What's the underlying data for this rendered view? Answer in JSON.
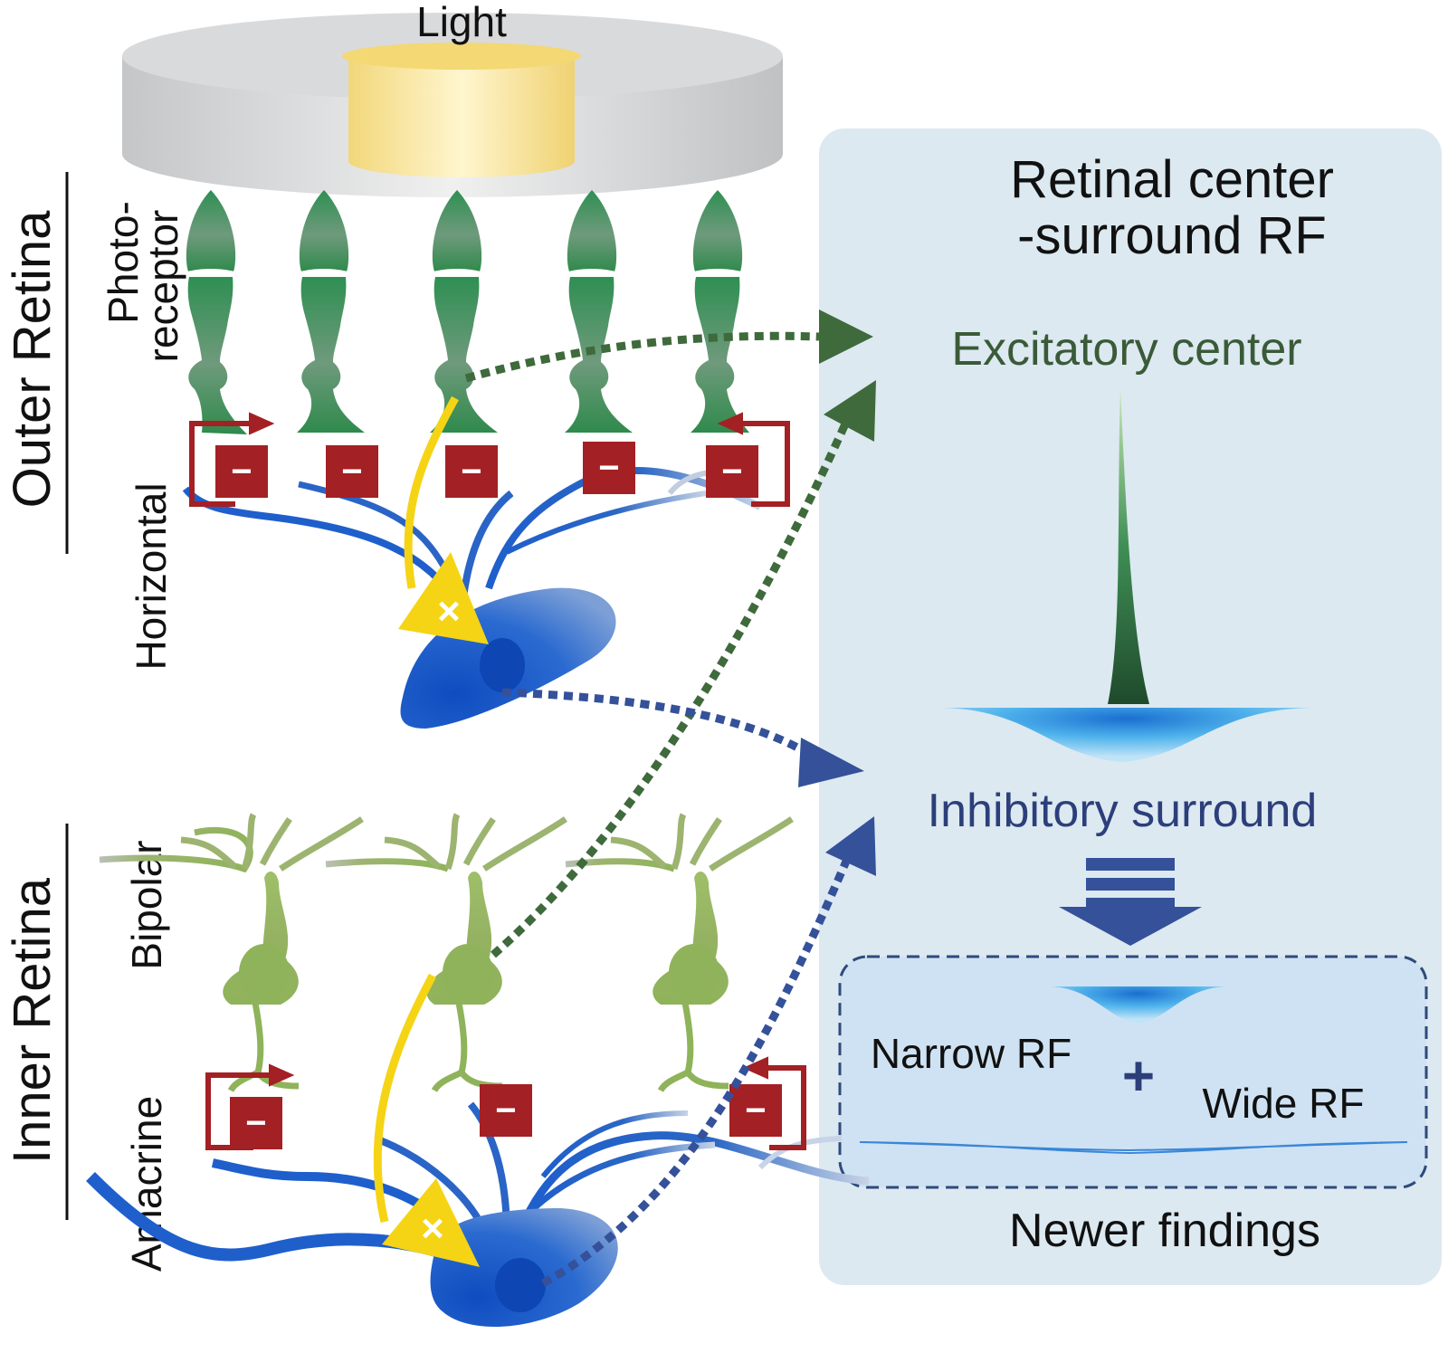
{
  "labels": {
    "light": "Light",
    "outer_retina": "Outer Retina",
    "inner_retina": "Inner Retina",
    "photoreceptor_line1": "Photo-",
    "photoreceptor_line2": "receptor",
    "horizontal": "Horizontal",
    "bipolar": "Bipolar",
    "amacrine": "Amacrine"
  },
  "panel": {
    "title_line1": "Retinal center",
    "title_line2": "-surround RF",
    "excitatory": "Excitatory center",
    "inhibitory": "Inhibitory surround",
    "narrow": "Narrow RF",
    "plus": "+",
    "wide": "Wide RF",
    "newer": "Newer findings"
  },
  "symbols": {
    "minus": "−",
    "cross": "×"
  },
  "colors": {
    "excitatory_text": "#3a5a38",
    "inhibitory_text": "#2c3f7a",
    "photoreceptor": "#2e8b4e",
    "bipolar": "#8ab055",
    "horizontal_amacrine": "#1c5cc7",
    "inhibition_box": "#a32024",
    "yellow_arrow": "#f5d416",
    "panel_bg": "#dce9f1"
  }
}
